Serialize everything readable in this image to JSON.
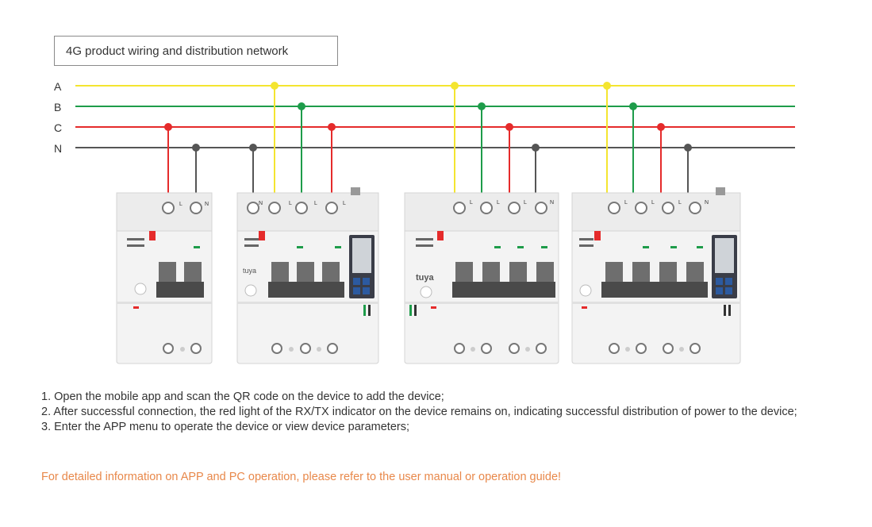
{
  "title": "4G product wiring and distribution network",
  "lines": [
    {
      "label": "A",
      "color": "#f4e530"
    },
    {
      "label": "B",
      "color": "#1e9c4a"
    },
    {
      "label": "C",
      "color": "#e52b2b"
    },
    {
      "label": "N",
      "color": "#555555"
    }
  ],
  "devices": [
    {
      "name": "2p-breaker",
      "terminal_labels": [
        "L",
        "N"
      ],
      "brand": ""
    },
    {
      "name": "4p-breaker-display-qr",
      "terminal_labels": [
        "N",
        "L",
        "L",
        "L"
      ],
      "brand": "tuya"
    },
    {
      "name": "4p-breaker",
      "terminal_labels": [
        "L",
        "L",
        "L",
        "N"
      ],
      "brand": "tuya"
    },
    {
      "name": "4p-breaker-display",
      "terminal_labels": [
        "L",
        "L",
        "L",
        "N"
      ],
      "brand": ""
    }
  ],
  "instructions": [
    "1. Open the mobile app and scan the QR code on the device to add the device;",
    "2. After successful connection, the red light of the RX/TX indicator on the device remains on, indicating successful distribution of power to the device;",
    "3. Enter the APP menu to operate the device or view device parameters;"
  ],
  "note": "For detailed information on APP and PC operation, please refer to the user manual or operation guide!",
  "colors": {
    "note": "#e8884a",
    "breaker_red": "#e52b2b",
    "display": "#3a3d48"
  }
}
